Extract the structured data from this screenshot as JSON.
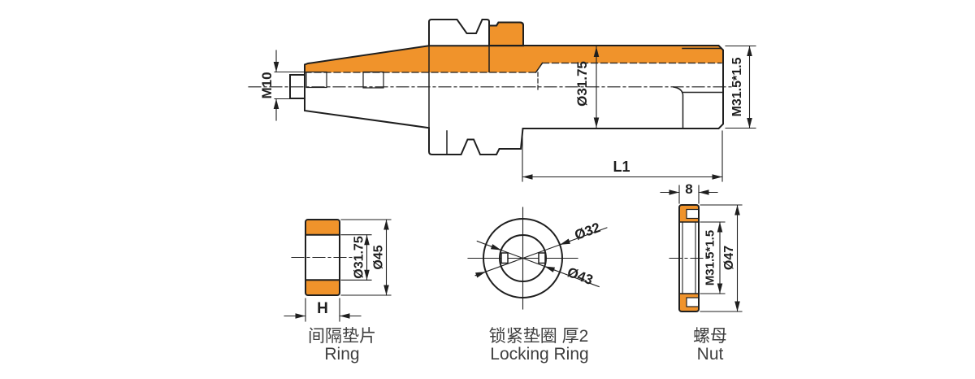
{
  "colors": {
    "accent": "#F0932B",
    "line": "#1f1f1f",
    "text": "#3f3f3f"
  },
  "main_view": {
    "dim_m10": "M10",
    "dim_bore": "Ø31.75",
    "dim_thread": "M31.5*1.5",
    "dim_length": "L1"
  },
  "ring": {
    "dim_inner": "Ø31.75",
    "dim_outer": "Ø45",
    "dim_width": "H",
    "label_zh": "间隔垫片",
    "label_en": "Ring"
  },
  "locking_ring": {
    "dim_hole": "Ø32",
    "dim_tabs": "Ø43",
    "label_zh": "锁紧垫圈 厚2",
    "label_en": "Locking Ring"
  },
  "nut": {
    "dim_width": "8",
    "dim_thread": "M31.5*1.5",
    "dim_outer": "Ø47",
    "label_zh": "螺母",
    "label_en": "Nut"
  }
}
